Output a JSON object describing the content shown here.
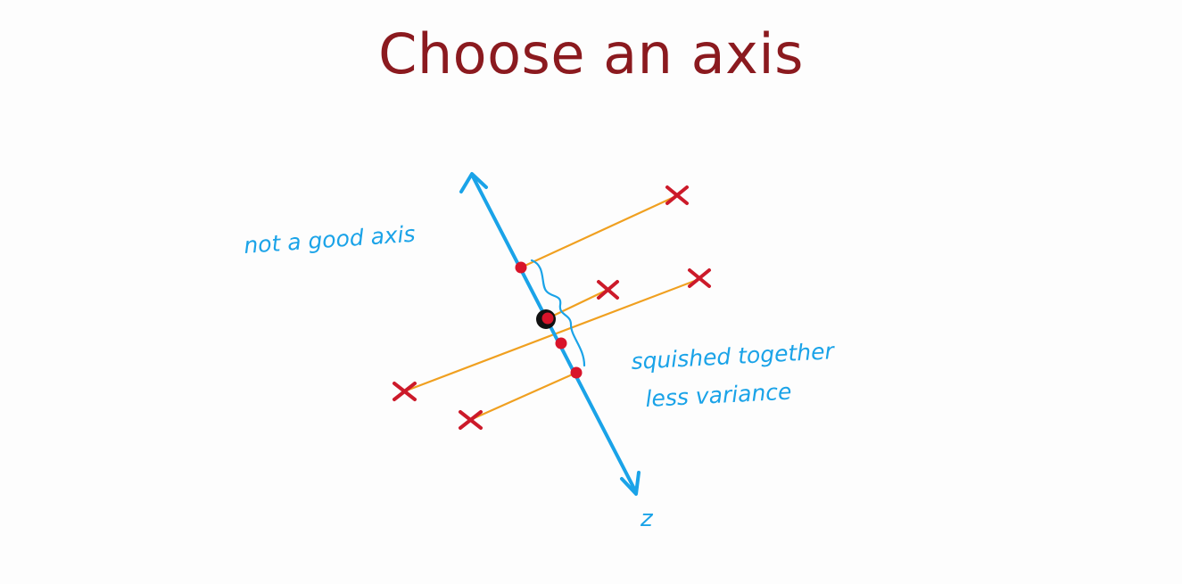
{
  "title": "Choose an axis",
  "annotations": {
    "left_note": "not a good axis",
    "right_note_line1": "squished together",
    "right_note_line2": "less variance",
    "axis_label": "z"
  },
  "colors": {
    "title": "#8b1a1f",
    "axis": "#1aa3e8",
    "handwriting": "#1aa3e8",
    "projection_line": "#f0a020",
    "data_point": "#cc1a2a",
    "projected_point": "#d8142a",
    "origin_point": "#111111"
  },
  "icons": {
    "data_marker": "x-mark-icon",
    "projected_marker": "dot-icon"
  }
}
